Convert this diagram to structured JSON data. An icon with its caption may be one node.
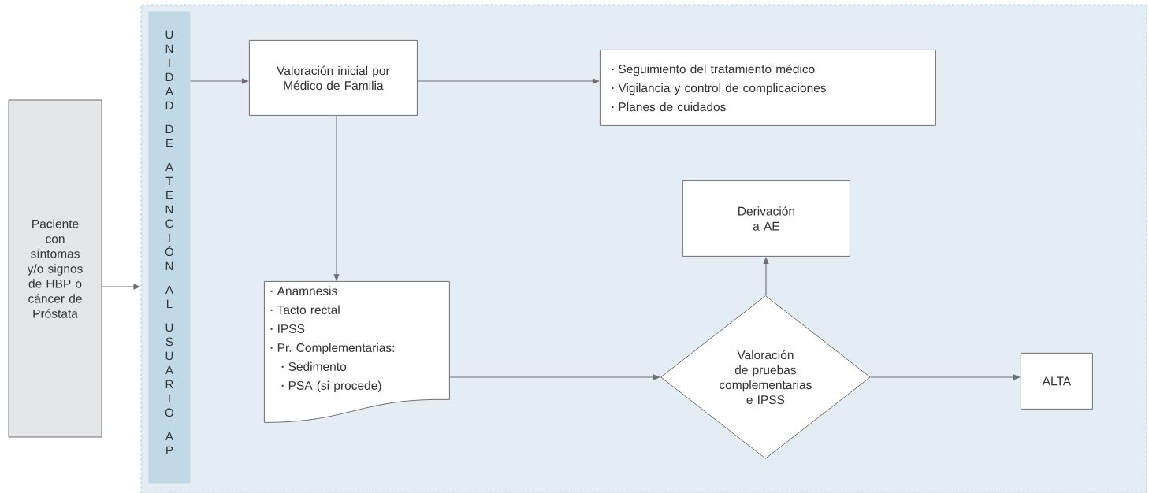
{
  "diagram": {
    "nodes": [
      {
        "text": [
          "Paciente con síntomas y/o signos de HBP o cáncer de Próstata"
        ]
      },
      {
        "text": [],
        "shape": "box"
      },
      {
        "text": [
          "UNIDAD DE ATENCIÓN AL USUARIO AP"
        ],
        "in": 1
      },
      {
        "text": [
          "Valoración inicial por Médico de Familia"
        ],
        "in": 1
      },
      {
        "text": [
          "Seguimiento del tratamiento médico",
          "Vigilancia y control de complicaciones",
          "Planes de cuidados"
        ],
        "in": 1
      },
      {
        "text": [
          "Anamnesis",
          "Tacto rectal",
          "IPSS",
          "Pr. Complementarias:",
          "Sedimento",
          "PSA (si procede)"
        ],
        "in": 1
      },
      {
        "text": [
          "Derivación a AE"
        ],
        "in": 1
      },
      {
        "text": [
          "Valoración de pruebas complementarias e IPSS"
        ],
        "in": 1
      },
      {
        "text": [
          "ALTA"
        ],
        "in": 1
      }
    ],
    "edges": [
      {
        "from": 0,
        "to": 1,
        "arrow": "to"
      },
      {
        "from": 2,
        "to": 3,
        "arrow": "to"
      },
      {
        "from": 3,
        "to": 4,
        "arrow": "to"
      },
      {
        "from": 3,
        "to": 5,
        "arrow": "to"
      },
      {
        "from": 5,
        "to": 7,
        "arrow": "to"
      },
      {
        "from": 7,
        "to": 6,
        "arrow": "to"
      },
      {
        "from": 7,
        "to": 8,
        "arrow": "to"
      }
    ]
  }
}
